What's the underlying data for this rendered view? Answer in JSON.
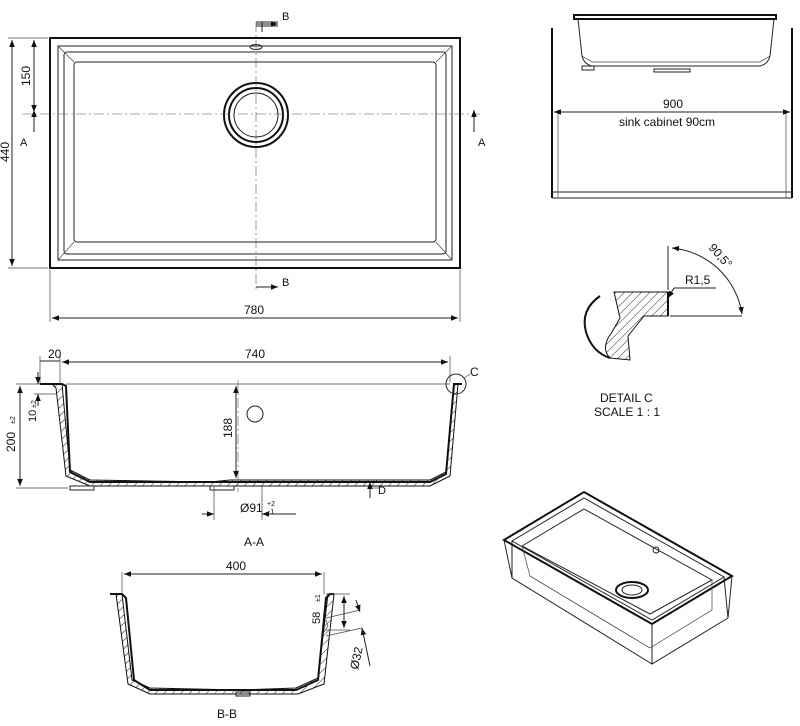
{
  "top_view": {
    "dim_width": "780",
    "dim_height": "440",
    "dim_drain_offset": "150",
    "section_a": "A",
    "section_b": "B"
  },
  "cabinet_view": {
    "dim_width": "900",
    "note": "sink cabinet 90cm"
  },
  "detail_c": {
    "angle": "90,5°",
    "radius": "R1,5",
    "title": "DETAIL C",
    "scale": "SCALE 1 : 1"
  },
  "section_aa": {
    "dim_flange": "20",
    "dim_inner_width": "740",
    "dim_overall_depth": "200",
    "dim_overall_depth_tol": "±2",
    "dim_rim": "10",
    "dim_rim_tol": "±2",
    "dim_depth": "188",
    "dim_drain": "Ø91",
    "dim_drain_tol_top": "+2",
    "dim_drain_tol_bottom": "-1",
    "detail_marker": "C",
    "detail_d": "D",
    "caption": "A-A"
  },
  "section_bb": {
    "dim_width": "400",
    "dim_overflow_height": "58",
    "dim_overflow_height_tol": "±1",
    "dim_overflow_dia": "Ø32",
    "caption": "B-B"
  }
}
